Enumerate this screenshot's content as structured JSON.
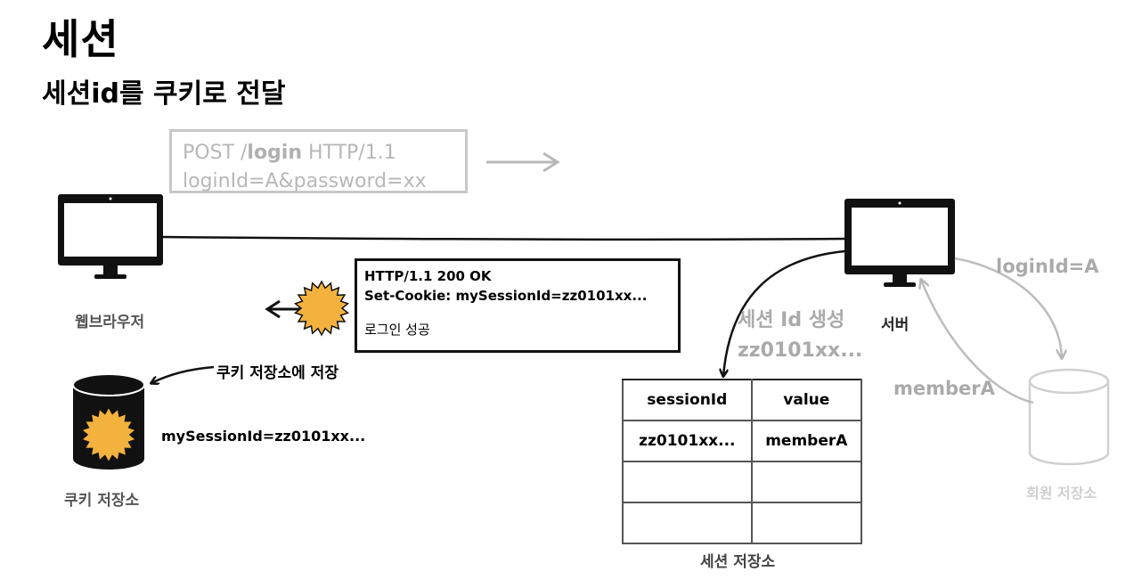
{
  "title": "세션",
  "subtitle": "세션id를 쿠키로 전달",
  "request": {
    "line1_prefix": "POST /",
    "line1_bold": "login",
    "line1_suffix": " HTTP/1.1",
    "line2": "loginId=A&password=xx"
  },
  "response": {
    "line1": "HTTP/1.1 200 OK",
    "line2": "Set-Cookie: mySessionId=zz0101xx...",
    "line3": "로그인 성공"
  },
  "browser_label": "웹브라우저",
  "server_label": "서버",
  "cookie_store_label": "쿠키 저장소",
  "save_cookie_label": "쿠키 저장소에 저장",
  "cookie_value": "mySessionId=zz0101xx...",
  "session_create": {
    "line1": "세션 Id 생성",
    "line2": "zz0101xx..."
  },
  "session_table": {
    "headers": [
      "sessionId",
      "value"
    ],
    "rows": [
      [
        "zz0101xx...",
        "memberA"
      ],
      [
        "",
        ""
      ],
      [
        "",
        ""
      ]
    ]
  },
  "session_store_label": "세션 저장소",
  "member_store_label": "회원 저장소",
  "login_id_arrow_label": "loginId=A",
  "member_arrow_label": "memberA",
  "colors": {
    "accent_sun": "#f3b23e",
    "muted_gray": "#aaaaaa"
  }
}
